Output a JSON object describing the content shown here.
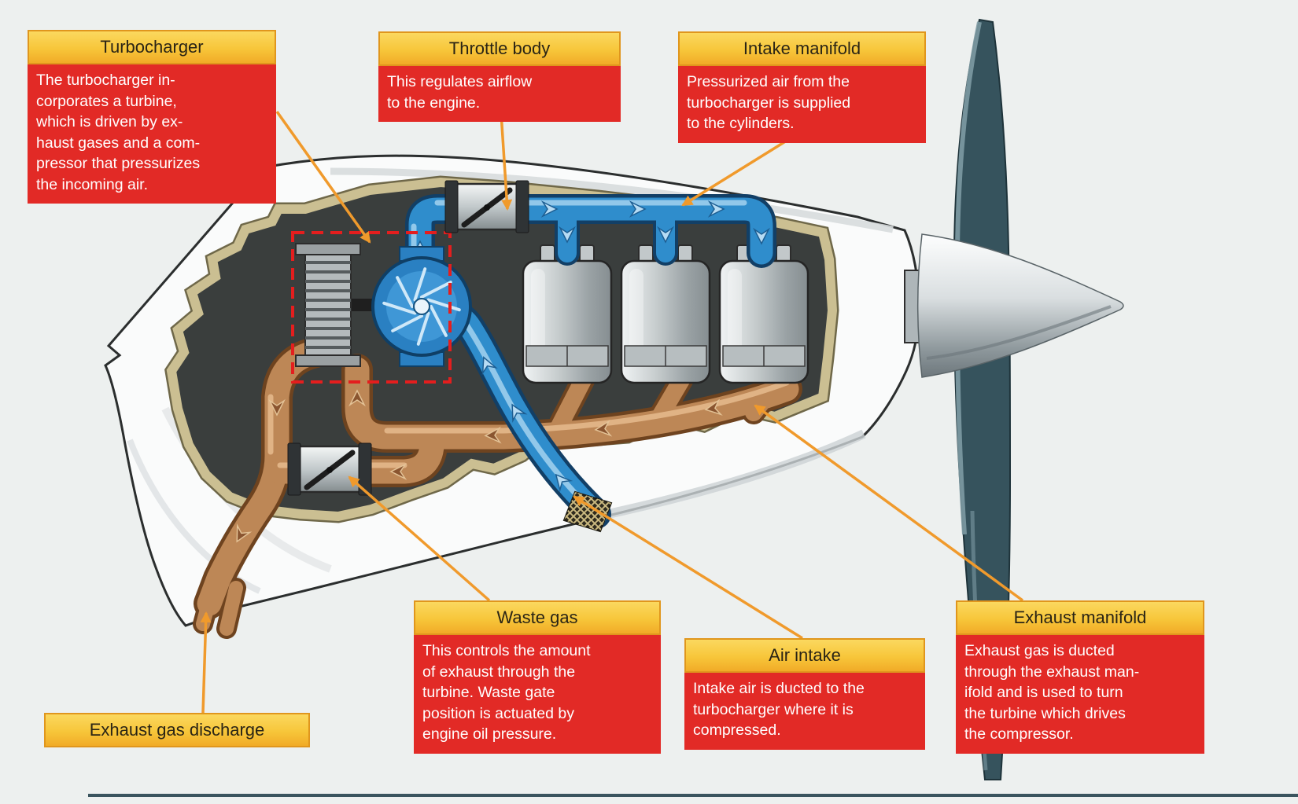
{
  "figure": {
    "background": "#edf0ef",
    "bottom_rule_color": "#3a545e"
  },
  "colors": {
    "label_header": "#f7c63a",
    "label_header_border": "#e0961d",
    "label_body": "#e22a26",
    "leader_line": "#f09a2c",
    "intake_pipe": "#2f8dcc",
    "exhaust_pipe": "#bd8756",
    "cutaway_interior": "#3a3e3d",
    "cutaway_edge": "#cbbf92",
    "turbocharger_box": "#e41e1e",
    "propeller_blade": "#36535d",
    "spinner": "#c3cacd"
  },
  "callouts": {
    "turbocharger": {
      "title": "Turbocharger",
      "body": "The turbocharger in-\ncorporates a turbine,\nwhich is driven by ex-\nhaust gases and a com-\npressor that pressurizes\nthe incoming air."
    },
    "throttle_body": {
      "title": "Throttle body",
      "body": "This regulates airflow\nto the engine."
    },
    "intake_manifold": {
      "title": "Intake manifold",
      "body": "Pressurized air from the\nturbocharger is supplied\nto the cylinders."
    },
    "waste_gas": {
      "title": "Waste gas",
      "body": "This controls the amount\nof exhaust through the\nturbine. Waste gate\nposition is actuated by\nengine oil pressure."
    },
    "air_intake": {
      "title": "Air intake",
      "body": "Intake air is ducted to the\nturbocharger where it is\ncompressed."
    },
    "exhaust_manifold": {
      "title": "Exhaust manifold",
      "body": "Exhaust gas is ducted\nthrough the exhaust man-\nifold and is used to turn\nthe turbine which drives\nthe compressor."
    },
    "exhaust_gas_discharge": {
      "title": "Exhaust gas discharge"
    }
  },
  "diagram": {
    "type": "aircraft turbocharged engine cutaway",
    "cylinder_count": 3
  }
}
